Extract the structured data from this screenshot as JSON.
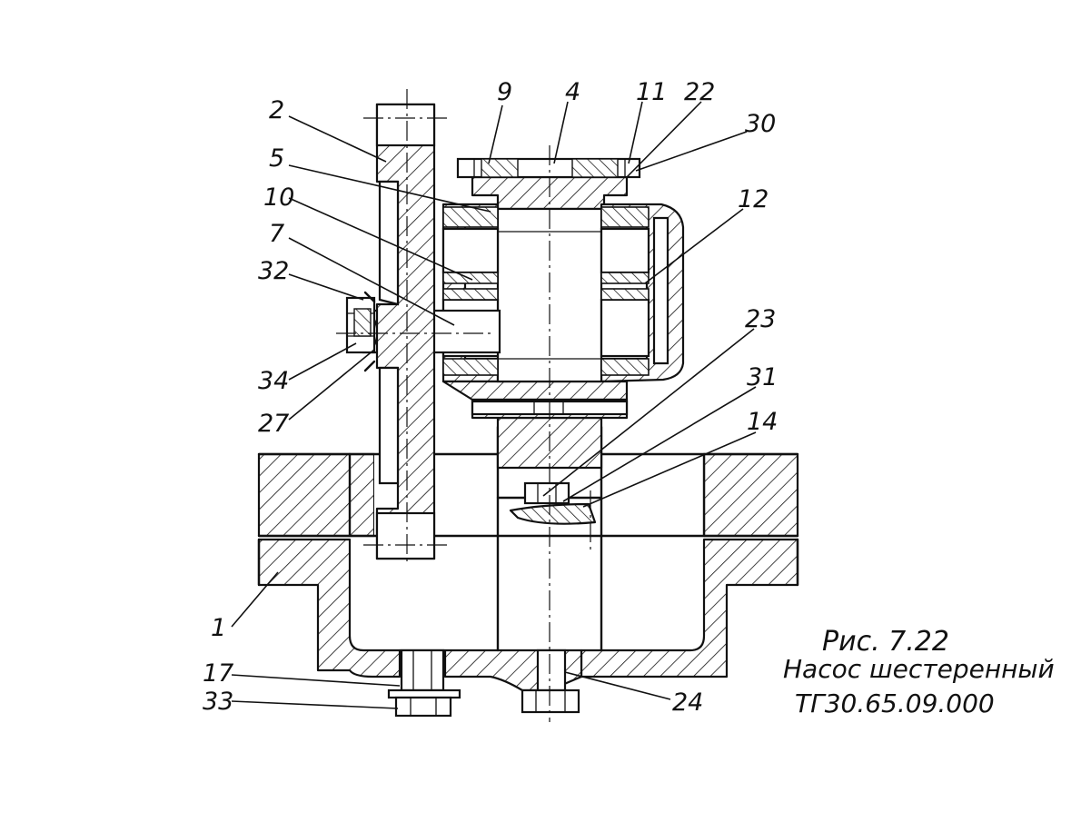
{
  "labels": {
    "n1": "1",
    "n2": "2",
    "n4": "4",
    "n5": "5",
    "n7": "7",
    "n9": "9",
    "n10": "10",
    "n11": "11",
    "n12": "12",
    "n14": "14",
    "n17": "17",
    "n22": "22",
    "n23": "23",
    "n24": "24",
    "n27": "27",
    "n30": "30",
    "n31": "31",
    "n32": "32",
    "n33": "33",
    "n34": "34"
  },
  "caption": {
    "figure": "Рис. 7.22",
    "title": "Насос шестеренный",
    "code": "ТГ30.65.09.000"
  }
}
